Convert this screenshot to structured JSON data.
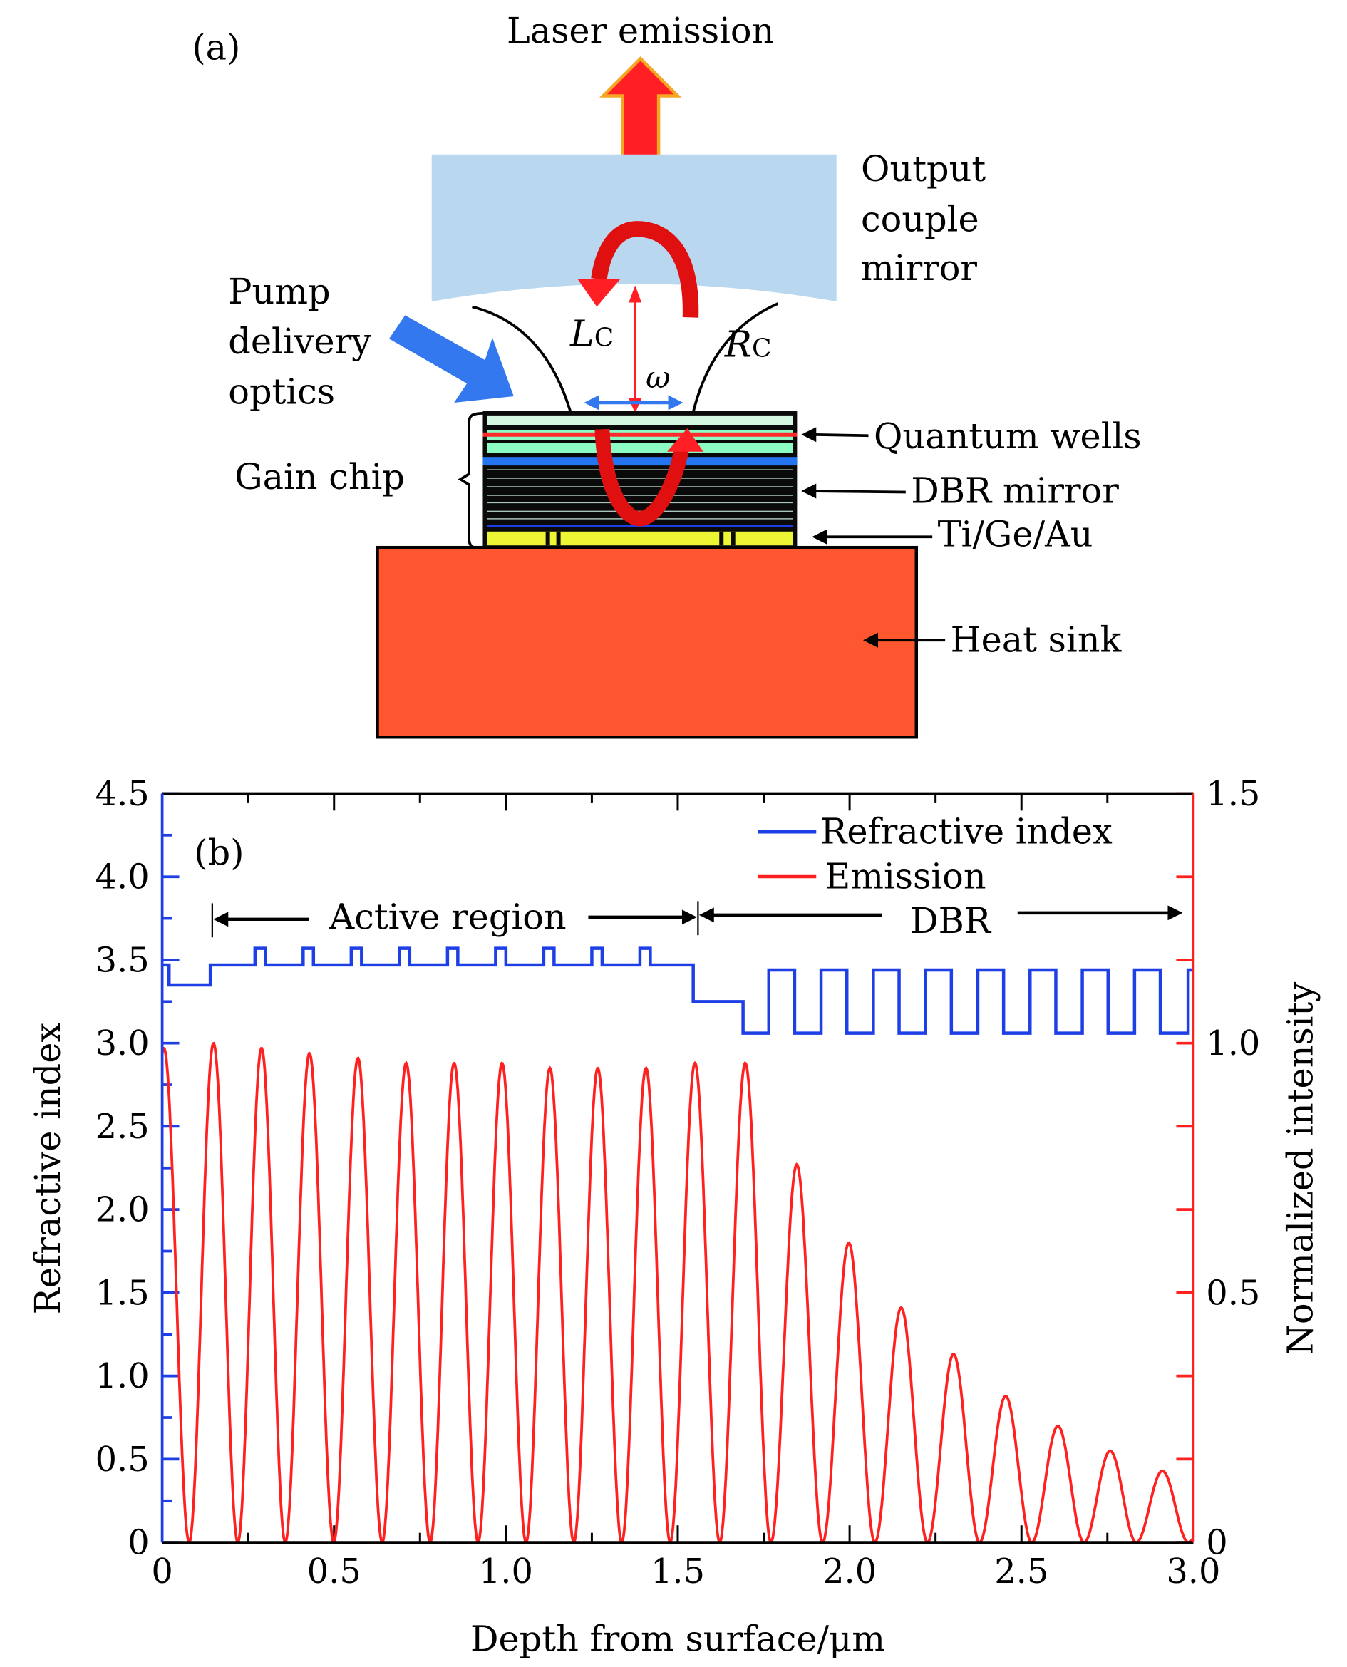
{
  "panel_a": {
    "label": "(a)",
    "laser_emission": "Laser emission",
    "output_mirror": [
      "Output",
      "couple",
      "mirror"
    ],
    "pump": [
      "Pump",
      "delivery",
      "optics"
    ],
    "lc": "L",
    "lc_sub": "C",
    "rc": "R",
    "rc_sub": "C",
    "omega": "ω",
    "gain_chip": "Gain chip",
    "quantum_wells": "Quantum wells",
    "dbr_mirror": "DBR mirror",
    "ti_ge_au": "Ti/Ge/Au",
    "heat_sink": "Heat sink",
    "colors": {
      "mirror": "#b9d7ee",
      "heat_sink": "#fe562e",
      "metal": "#eef535",
      "qw_green": "#8cfcc4",
      "laser": "#ff1f24",
      "pump": "#3478f0"
    }
  },
  "chart_data": {
    "type": "line",
    "panel_label": "(b)",
    "xlabel": "Depth from surface/μm",
    "ylabel": "Refractive index",
    "y2label": "Normalized intensity",
    "xlim": [
      0,
      3.0
    ],
    "ylim": [
      0,
      4.5
    ],
    "y2lim": [
      0,
      1.5
    ],
    "xticks": [
      "0",
      "0.5",
      "1.0",
      "1.5",
      "2.0",
      "2.5",
      "3.0"
    ],
    "xtick_values": [
      0,
      0.5,
      1.0,
      1.5,
      2.0,
      2.5,
      3.0
    ],
    "yticks": [
      "0",
      "0.5",
      "1.0",
      "1.5",
      "2.0",
      "2.5",
      "3.0",
      "3.5",
      "4.0",
      "4.5"
    ],
    "ytick_values": [
      0,
      0.5,
      1.0,
      1.5,
      2.0,
      2.5,
      3.0,
      3.5,
      4.0,
      4.5
    ],
    "y2ticks": [
      "0",
      "0.5",
      "1.0",
      "1.5"
    ],
    "y2tick_values": [
      0,
      0.5,
      1.0,
      1.5
    ],
    "legend": [
      "Refractive index",
      "Emission"
    ],
    "legend_position": "top-right",
    "annotations": {
      "active": "Active region",
      "dbr": "DBR",
      "active_range": [
        0.14,
        1.545
      ],
      "dbr_range": [
        1.545,
        2.99
      ]
    },
    "series": [
      {
        "name": "Refractive index",
        "color": "#1f3fe6",
        "axis": "left",
        "steps": [
          [
            0,
            3.47
          ],
          [
            0.02,
            3.35
          ],
          [
            0.14,
            3.47
          ],
          [
            0.27,
            3.57
          ],
          [
            0.3,
            3.47
          ],
          [
            0.41,
            3.57
          ],
          [
            0.44,
            3.47
          ],
          [
            0.55,
            3.57
          ],
          [
            0.58,
            3.47
          ],
          [
            0.69,
            3.57
          ],
          [
            0.72,
            3.47
          ],
          [
            0.83,
            3.57
          ],
          [
            0.86,
            3.47
          ],
          [
            0.97,
            3.57
          ],
          [
            1.0,
            3.47
          ],
          [
            1.11,
            3.57
          ],
          [
            1.14,
            3.47
          ],
          [
            1.25,
            3.57
          ],
          [
            1.28,
            3.47
          ],
          [
            1.39,
            3.57
          ],
          [
            1.42,
            3.47
          ],
          [
            1.545,
            3.25
          ],
          [
            1.69,
            3.06
          ],
          [
            1.765,
            3.44
          ],
          [
            1.84,
            3.06
          ],
          [
            1.917,
            3.44
          ],
          [
            1.992,
            3.06
          ],
          [
            2.069,
            3.44
          ],
          [
            2.144,
            3.06
          ],
          [
            2.221,
            3.44
          ],
          [
            2.296,
            3.06
          ],
          [
            2.373,
            3.44
          ],
          [
            2.448,
            3.06
          ],
          [
            2.525,
            3.44
          ],
          [
            2.6,
            3.06
          ],
          [
            2.677,
            3.44
          ],
          [
            2.752,
            3.06
          ],
          [
            2.829,
            3.44
          ],
          [
            2.904,
            3.06
          ],
          [
            2.985,
            3.44
          ],
          [
            3.0,
            3.44
          ]
        ]
      },
      {
        "name": "Emission",
        "color": "#ff2020",
        "axis": "right",
        "peaks_x": [
          0.005,
          0.152,
          0.288,
          0.428,
          0.57,
          0.71,
          0.849,
          0.989,
          1.128,
          1.267,
          1.407,
          1.549,
          1.695,
          1.847,
          1.996,
          2.151,
          2.302,
          2.454,
          2.606,
          2.758,
          2.91
        ],
        "peaks_y": [
          0.99,
          1.0,
          0.99,
          0.98,
          0.97,
          0.96,
          0.96,
          0.96,
          0.95,
          0.95,
          0.95,
          0.96,
          0.96,
          0.757,
          0.6,
          0.47,
          0.377,
          0.293,
          0.233,
          0.183,
          0.143
        ]
      }
    ]
  }
}
